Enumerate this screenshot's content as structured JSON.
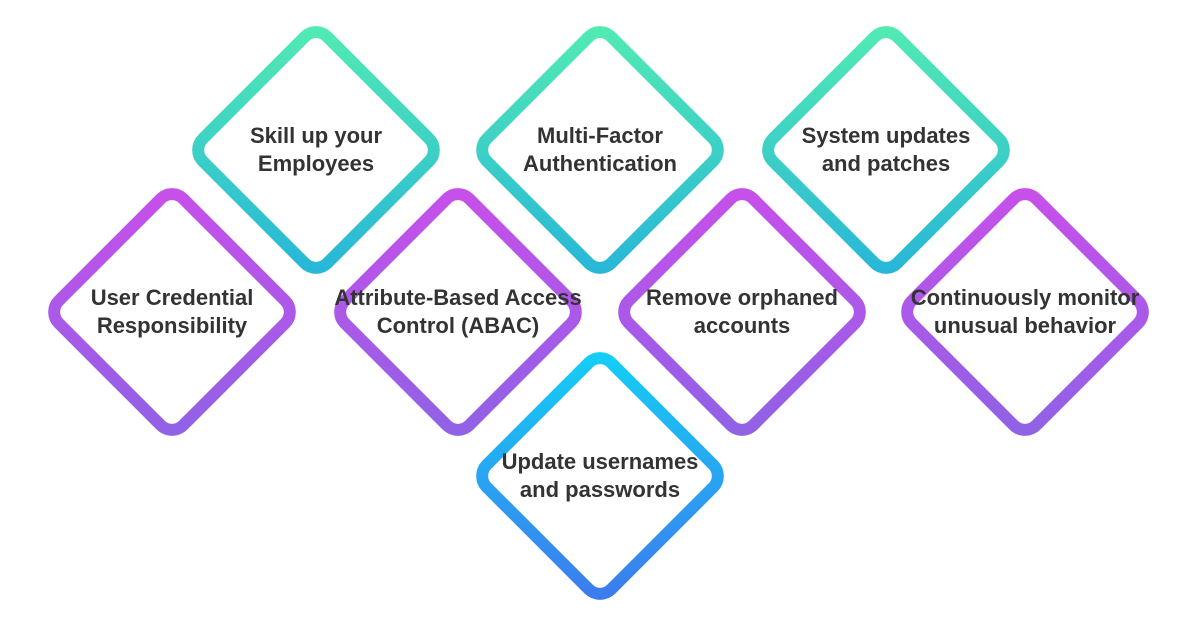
{
  "diagram": {
    "colors": {
      "teal_start": "#52EBB2",
      "teal_end": "#27B6D9",
      "purple_start": "#C84FEA",
      "purple_end": "#8F62E6",
      "blue_start": "#13CFF5",
      "blue_end": "#3D7BEE",
      "text": "#333333"
    },
    "items": [
      {
        "id": "skill-up",
        "lines": [
          "Skill up your",
          "Employees"
        ],
        "color": "teal"
      },
      {
        "id": "mfa",
        "lines": [
          "Multi-Factor",
          "Authentication"
        ],
        "color": "teal"
      },
      {
        "id": "system-updates",
        "lines": [
          "System updates",
          "and patches"
        ],
        "color": "teal"
      },
      {
        "id": "user-credential",
        "lines": [
          "User Credential",
          "Responsibility"
        ],
        "color": "purple"
      },
      {
        "id": "abac",
        "lines": [
          "Attribute-Based Access",
          "Control (ABAC)"
        ],
        "color": "purple"
      },
      {
        "id": "remove-orphaned",
        "lines": [
          "Remove orphaned",
          "accounts"
        ],
        "color": "purple"
      },
      {
        "id": "monitor",
        "lines": [
          "Continuously monitor",
          "unusual behavior"
        ],
        "color": "purple"
      },
      {
        "id": "update-credentials",
        "lines": [
          "Update usernames",
          "and passwords"
        ],
        "color": "blue"
      }
    ]
  }
}
